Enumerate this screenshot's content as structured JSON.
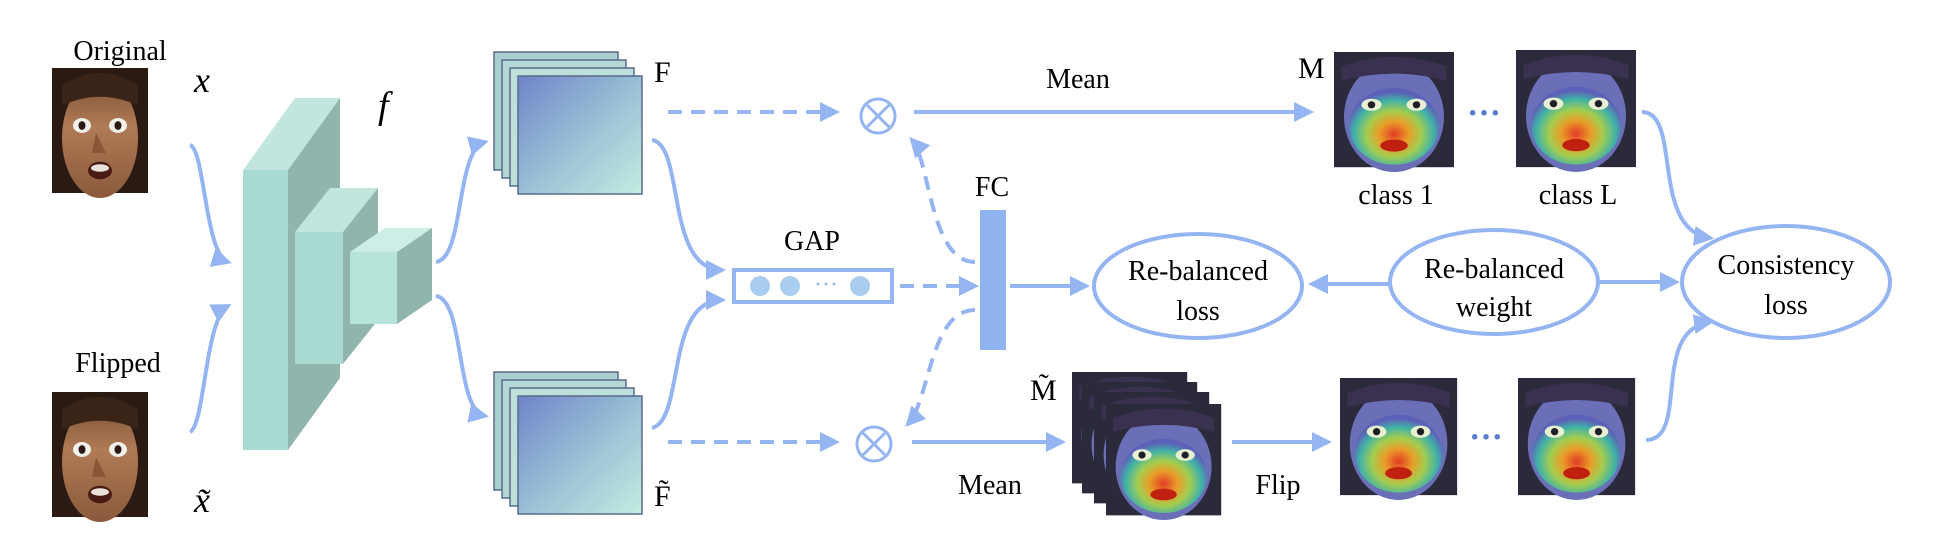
{
  "inputs": {
    "original_label": "Original",
    "original_symbol": "x",
    "flipped_label": "Flipped",
    "flipped_symbol": "x̃"
  },
  "backbone": {
    "symbol": "f"
  },
  "features": {
    "top_label": "F",
    "bottom_label": "F̃"
  },
  "gap": {
    "label": "GAP",
    "dots": "···"
  },
  "fc": {
    "label": "FC"
  },
  "mean_top": "Mean",
  "mean_bottom": "Mean",
  "maps": {
    "top_label": "M",
    "bottom_label": "M̃",
    "ellipsis": "···",
    "class_first": "class 1",
    "class_last": "class L",
    "flip_label": "Flip"
  },
  "losses": {
    "rebalanced_loss_line1": "Re-balanced",
    "rebalanced_loss_line2": "loss",
    "rebalanced_weight_line1": "Re-balanced",
    "rebalanced_weight_line2": "weight",
    "consistency_line1": "Consistency",
    "consistency_line2": "loss"
  },
  "colors": {
    "arrow": "#94b4f2",
    "cube_face": "#a9dbd3",
    "cube_side": "#8fb5ad",
    "fc_bar": "#8fb3ef",
    "ellipse_stroke": "#94b4f2"
  },
  "icons": [
    "face-photo",
    "multiply-circle-icon",
    "heatmap-face"
  ]
}
